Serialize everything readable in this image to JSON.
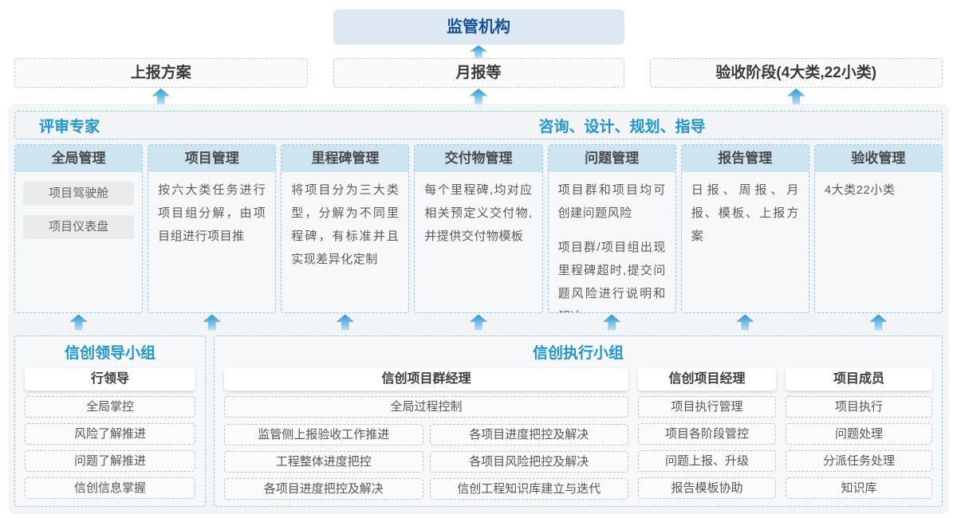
{
  "colors": {
    "accent_blue": "#1e96d6",
    "arrow_blue": "#4aa3d9",
    "column_header_bg": "#cde4f1",
    "regulator_bg": "#dde8f3",
    "regulator_text": "#17509c",
    "dashed_blue": "#8cc6e9",
    "container_bg": "#f3f4f6"
  },
  "top": {
    "regulator": "监管机构"
  },
  "report_row": [
    {
      "label": "上报方案"
    },
    {
      "label": "月报等"
    },
    {
      "label": "验收阶段(4大类,22小类)"
    }
  ],
  "platform": {
    "experts_label": "评审专家",
    "consulting_label": "咨询、设计、规划、指导",
    "columns": [
      {
        "title": "全局管理",
        "buttons": [
          "项目驾驶舱",
          "项目仪表盘"
        ]
      },
      {
        "title": "项目管理",
        "paragraphs": [
          "按六大类任务进行项目组分解，由项目组进行项目推"
        ]
      },
      {
        "title": "里程碑管理",
        "paragraphs": [
          "将项目分为三大类型，分解为不同里程碑，有标准并且实现差异化定制"
        ]
      },
      {
        "title": "交付物管理",
        "paragraphs": [
          "每个里程碑,均对应相关预定义交付物,并提供交付物模板"
        ]
      },
      {
        "title": "问题管理",
        "paragraphs": [
          "项目群和项目均可创建问题风险",
          "项目群/项目组出现里程碑超时,提交问题风险进行说明和解决"
        ]
      },
      {
        "title": "报告管理",
        "paragraphs": [
          "日报、周报、月报、模板、上报方案"
        ]
      },
      {
        "title": "验收管理",
        "paragraphs": [
          "4大类22小类"
        ]
      }
    ]
  },
  "leadership": {
    "title": "信创领导小组",
    "role": "行领导",
    "items": [
      "全局掌控",
      "风险了解推进",
      "问题了解推进",
      "信创信息掌握"
    ]
  },
  "execution": {
    "title": "信创执行小组",
    "program_manager": {
      "role": "信创项目群经理",
      "full_item": "全局过程控制",
      "left_items": [
        "监管侧上报验收工作推进",
        "工程整体进度把控",
        "各项目进度把控及解决"
      ],
      "right_items": [
        "各项目进度把控及解决",
        "各项目风险把控及解决",
        "信创工程知识库建立与迭代"
      ]
    },
    "project_manager": {
      "role": "信创项目经理",
      "items": [
        "项目执行管理",
        "项目各阶段管控",
        "问题上报、升级",
        "报告模板协助"
      ]
    },
    "member": {
      "role": "项目成员",
      "items": [
        "项目执行",
        "问题处理",
        "分派任务处理",
        "知识库"
      ]
    }
  }
}
